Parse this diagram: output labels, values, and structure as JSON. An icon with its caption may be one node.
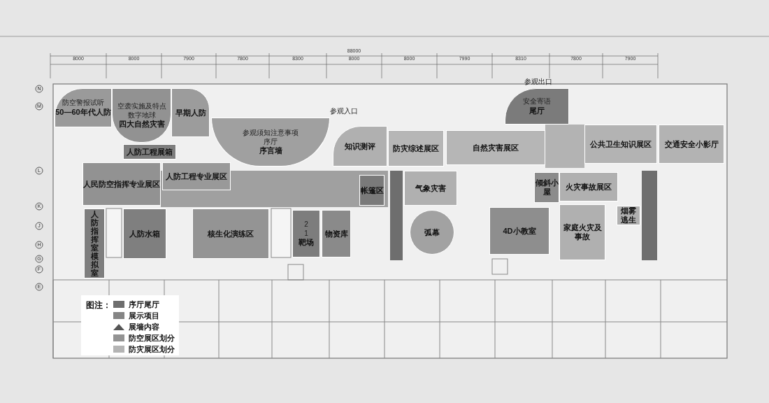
{
  "diagram": {
    "nodes": [
      {
        "text": [
          "防空警报试听",
          "50—60年代人防"
        ]
      },
      {
        "text": [
          "早期人防"
        ]
      },
      {
        "text": [
          "空袭实施及特点",
          "数字地球",
          "四大自然灾害"
        ]
      },
      {
        "text": [
          "人防工程展箱"
        ]
      },
      {
        "text": [
          "人民防空指挥专业展区"
        ]
      },
      {
        "text": [
          "人防工程专业展区"
        ]
      },
      {
        "text": [
          "参观须知注意事项",
          "序厅",
          "序言墙"
        ]
      },
      {
        "text": [
          "知识测评"
        ]
      },
      {
        "text": [
          "帐篷区"
        ]
      },
      {
        "text": [
          "人防指挥室模拟室"
        ]
      },
      {
        "text": [
          "人防水箱"
        ]
      },
      {
        "text": [
          "核生化演练区"
        ]
      },
      {
        "text": [
          "2",
          "1",
          "靶场"
        ]
      },
      {
        "text": [
          "物资库"
        ]
      },
      {
        "text": [
          "防灾综述展区"
        ]
      },
      {
        "text": [
          "自然灾害展区"
        ]
      },
      {
        "text": [
          "气象灾害"
        ]
      },
      {
        "text": [
          "弧幕"
        ]
      },
      {
        "text": [
          "倾斜小屋"
        ]
      },
      {
        "text": [
          "4D小教室"
        ]
      },
      {
        "text": [
          "安全寄语",
          "尾厅"
        ]
      },
      {
        "text": [
          "公共卫生知识展区"
        ]
      },
      {
        "text": [
          "交通安全小影厅"
        ]
      },
      {
        "text": [
          "火灾事故展区"
        ]
      },
      {
        "text": [
          "家庭火灾及事故"
        ]
      },
      {
        "text": [
          "烟雾逃生"
        ]
      }
    ],
    "labels": [
      "88000",
      "8000",
      "8000",
      "7900",
      "7800",
      "8300",
      "8000",
      "8000",
      "7990",
      "8310",
      "7800",
      "7900",
      "N",
      "M",
      "L",
      "K",
      "J",
      "H",
      "G",
      "F",
      "E",
      "参观入口",
      "参观出口",
      "图注："
    ],
    "legend": [
      {
        "text": "序厅尾厅",
        "color": "#6e6e6e"
      },
      {
        "text": "展示项目",
        "color": "#858585"
      },
      {
        "text": "展墙内容"
      },
      {
        "text": "防空展区划分",
        "color": "#939393"
      },
      {
        "text": "防灾展区划分",
        "color": "#b4b4b4"
      }
    ]
  }
}
